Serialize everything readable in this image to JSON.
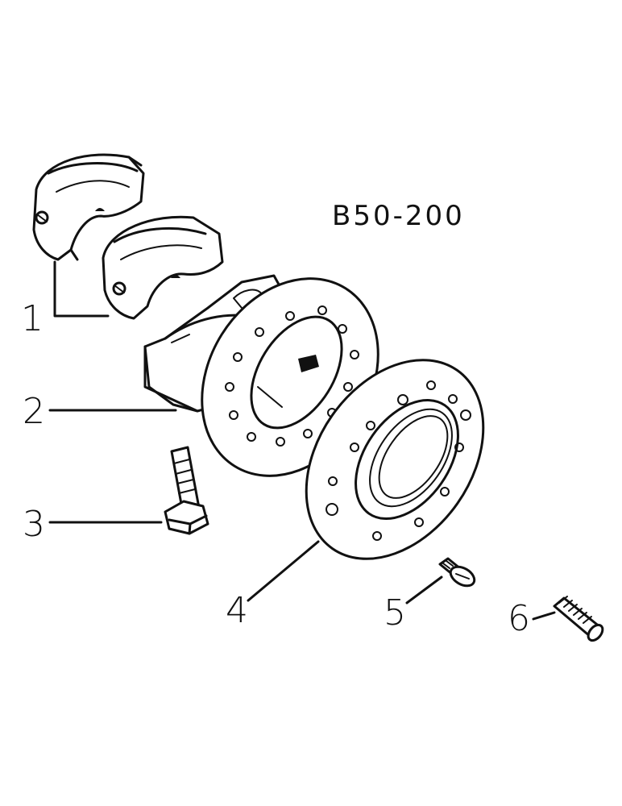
{
  "drawing_ref": "B50-200",
  "callouts": [
    {
      "id": 1,
      "label": "1"
    },
    {
      "id": 2,
      "label": "2"
    },
    {
      "id": 3,
      "label": "3"
    },
    {
      "id": 4,
      "label": "4"
    },
    {
      "id": 5,
      "label": "5"
    },
    {
      "id": 6,
      "label": "6"
    }
  ],
  "colors": {
    "ink": "#111111",
    "paper": "#ffffff"
  }
}
